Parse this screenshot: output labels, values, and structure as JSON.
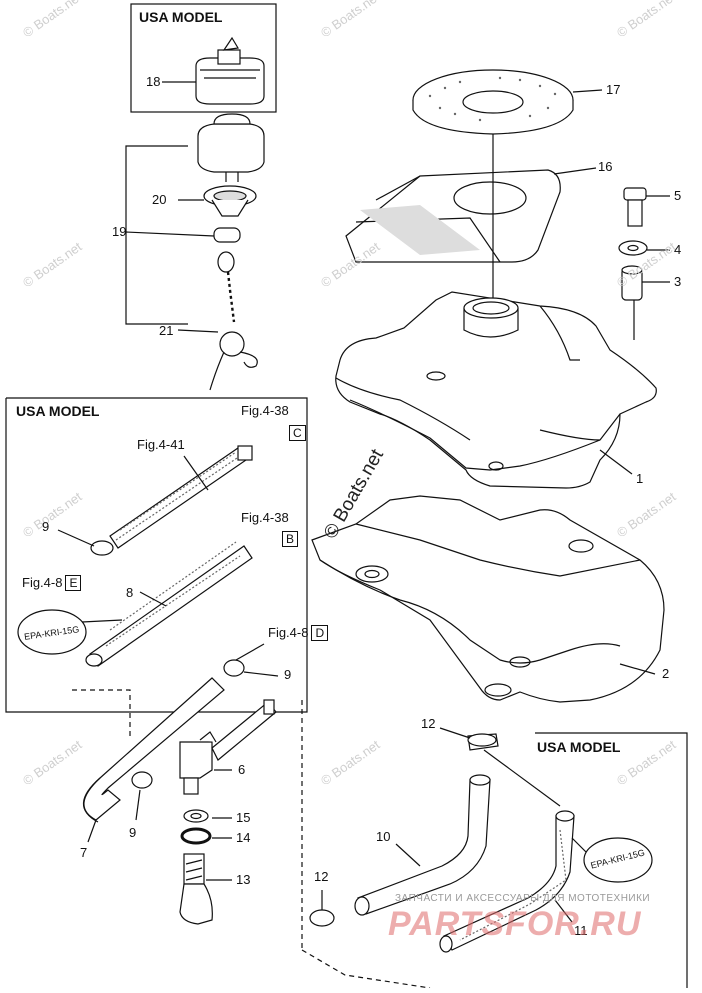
{
  "boxes": {
    "top": "USA MODEL",
    "left": "USA MODEL",
    "bottom_right": "USA MODEL"
  },
  "refs": {
    "c": {
      "text": "Fig.4-38",
      "letter": "C"
    },
    "fig441": {
      "text": "Fig.4-41"
    },
    "b": {
      "text": "Fig.4-38",
      "letter": "B"
    },
    "e": {
      "text": "Fig.4-8",
      "letter": "E"
    },
    "d": {
      "text": "Fig.4-8",
      "letter": "D"
    }
  },
  "epa": "EPA-KRI-15G",
  "parts": {
    "p1": "1",
    "p2": "2",
    "p3": "3",
    "p4": "4",
    "p5": "5",
    "p6": "6",
    "p7": "7",
    "p8": "8",
    "p9a": "9",
    "p9b": "9",
    "p9c": "9",
    "p10": "10",
    "p11": "11",
    "p12a": "12",
    "p12b": "12",
    "p13": "13",
    "p14": "14",
    "p15": "15",
    "p16": "16",
    "p17": "17",
    "p18": "18",
    "p19": "19",
    "p20": "20",
    "p21": "21"
  },
  "watermark": "© Boats.net",
  "brand_small": "ЗАПЧАСТИ И АКСЕССУАРЫ ДЛЯ МОТОТЕХНИКИ",
  "brand_big": "PARTSFOR.RU",
  "colors": {
    "line": "#111111",
    "fill": "#ffffff",
    "shade": "#dcdcdc",
    "watermark": "#cfcfcf",
    "brand": "#e06b6b"
  }
}
